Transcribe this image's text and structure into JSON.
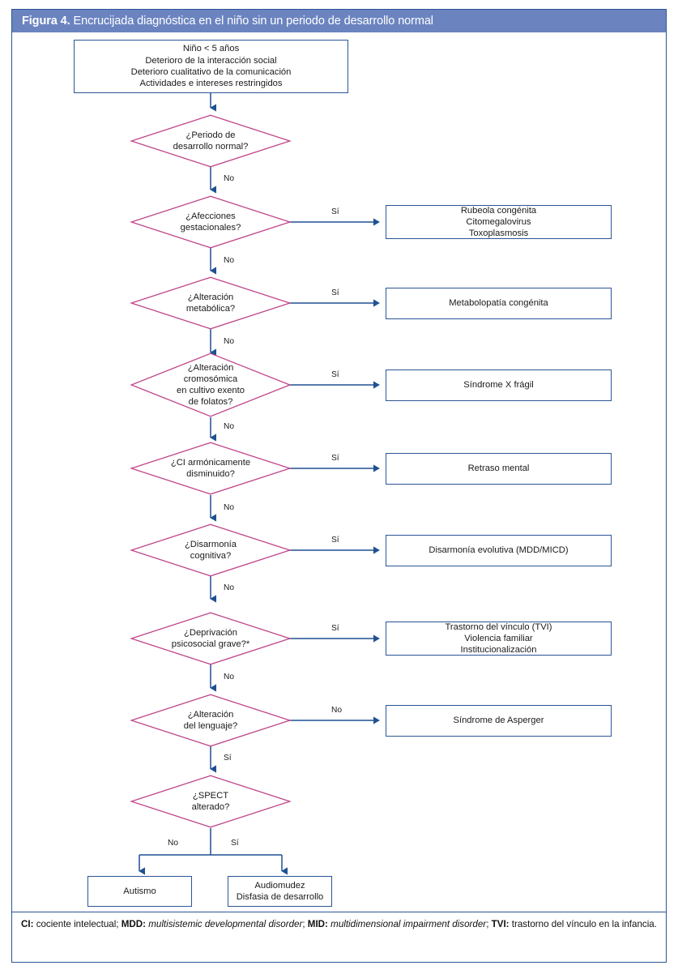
{
  "figure": {
    "label": "Figura 4.",
    "title": "Encrucijada diagnóstica en el niño sin un periodo de desarrollo normal",
    "header_bg": "#6b84c0",
    "header_text_color": "#ffffff",
    "frame_border_color": "#2b5596",
    "box_border_color": "#2b5596",
    "diamond_border_color": "#c0458a",
    "connector_color": "#1f5192"
  },
  "start_box": {
    "lines": [
      "Niño < 5 años",
      "Deterioro de la interacción social",
      "Deterioro cualitativo de la comunicación",
      "Actividades e intereses restringidos"
    ]
  },
  "decisions": [
    {
      "id": "periodo-desarrollo-normal",
      "lines": [
        "¿Periodo de",
        "desarrollo normal?"
      ],
      "down_label": "No",
      "right_label": ""
    },
    {
      "id": "afecciones-gestacionales",
      "lines": [
        "¿Afecciones",
        "gestacionales?"
      ],
      "down_label": "No",
      "right_label": "Sí"
    },
    {
      "id": "alteracion-metabolica",
      "lines": [
        "¿Alteración",
        "metabólica?"
      ],
      "down_label": "No",
      "right_label": "Sí"
    },
    {
      "id": "alteracion-cromosomica",
      "lines": [
        "¿Alteración",
        "cromosómica",
        "en cultivo exento",
        "de folatos?"
      ],
      "down_label": "No",
      "right_label": "Sí"
    },
    {
      "id": "ci-armonicamente-disminuido",
      "lines": [
        "¿CI armónicamente",
        "disminuido?"
      ],
      "down_label": "No",
      "right_label": "Sí"
    },
    {
      "id": "disarmonia-cognitiva",
      "lines": [
        "¿Disarmonía",
        "cognitiva?"
      ],
      "down_label": "No",
      "right_label": "Sí"
    },
    {
      "id": "deprivacion-psicosocial",
      "lines": [
        "¿Deprivación",
        "psicosocial grave?*"
      ],
      "down_label": "No",
      "right_label": "Sí"
    },
    {
      "id": "alteracion-lenguaje",
      "lines": [
        "¿Alteración",
        "del lenguaje?"
      ],
      "down_label": "Sí",
      "right_label": "No"
    },
    {
      "id": "spect-alterado",
      "lines": [
        "¿SPECT",
        "alterado?"
      ],
      "down_label": "",
      "right_label": ""
    }
  ],
  "outcome_boxes": [
    {
      "id": "infecciones-congenitas",
      "lines": [
        "Rubeola congénita",
        "Citomegalovirus",
        "Toxoplasmosis"
      ]
    },
    {
      "id": "metabolopatia-congenita",
      "lines": [
        "Metabolopatía congénita"
      ]
    },
    {
      "id": "sindrome-x-fragil",
      "lines": [
        "Síndrome X frágil"
      ]
    },
    {
      "id": "retraso-mental",
      "lines": [
        "Retraso mental"
      ]
    },
    {
      "id": "disarmonia-evolutiva",
      "lines": [
        "Disarmonía evolutiva (MDD/MICD)"
      ]
    },
    {
      "id": "trastorno-vinculo",
      "lines": [
        "Trastorno del vínculo (TVI)",
        "Violencia familiar",
        "Institucionalización"
      ]
    },
    {
      "id": "sindrome-asperger",
      "lines": [
        "Síndrome de Asperger"
      ]
    }
  ],
  "terminal_boxes": [
    {
      "id": "autismo",
      "lines": [
        "Autismo"
      ],
      "branch_label": "No"
    },
    {
      "id": "audiomudez",
      "lines": [
        "Audiomudez",
        "Disfasia de desarrollo"
      ],
      "branch_label": "Sí"
    }
  ],
  "footnote": {
    "segments": [
      {
        "text": "CI:",
        "style": "bold"
      },
      {
        "text": " cociente intelectual; ",
        "style": "normal"
      },
      {
        "text": "MDD:",
        "style": "bold"
      },
      {
        "text": " ",
        "style": "normal"
      },
      {
        "text": "multisistemic developmental disorder",
        "style": "italic"
      },
      {
        "text": "; ",
        "style": "normal"
      },
      {
        "text": "MID:",
        "style": "bold"
      },
      {
        "text": " ",
        "style": "normal"
      },
      {
        "text": "multidimensional impairment disorder",
        "style": "italic"
      },
      {
        "text": "; ",
        "style": "normal"
      },
      {
        "text": "TVI:",
        "style": "bold"
      },
      {
        "text": " trastorno del vínculo en la infancia.",
        "style": "normal"
      }
    ]
  }
}
